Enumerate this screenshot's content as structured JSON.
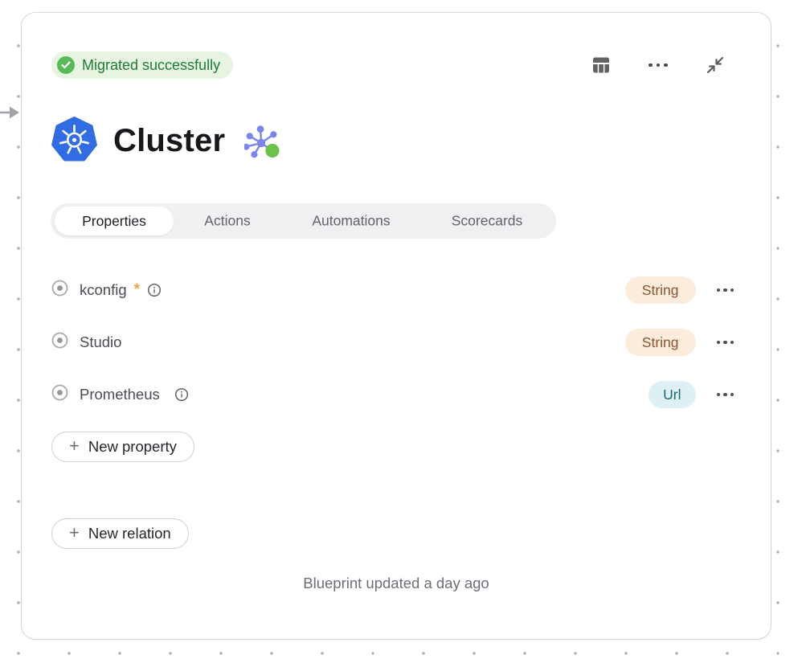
{
  "status": {
    "label": "Migrated successfully"
  },
  "toolbar": {
    "icons": [
      "table-columns",
      "more-options",
      "collapse"
    ]
  },
  "header": {
    "title": "Cluster"
  },
  "tabs": {
    "items": [
      {
        "label": "Properties",
        "active": true
      },
      {
        "label": "Actions",
        "active": false
      },
      {
        "label": "Automations",
        "active": false
      },
      {
        "label": "Scorecards",
        "active": false
      }
    ]
  },
  "properties": {
    "rows": [
      {
        "name": "kconfig",
        "required_mark": "*",
        "has_info": true,
        "type": "String"
      },
      {
        "name": "Studio",
        "required_mark": "",
        "has_info": false,
        "type": "String"
      },
      {
        "name": "Prometheus",
        "required_mark": "",
        "has_info": true,
        "type": "Url"
      }
    ]
  },
  "buttons": {
    "plus": "+",
    "new_property": "New property",
    "new_relation": "New relation"
  },
  "footer": {
    "text": "Blueprint updated a day ago"
  },
  "colors": {
    "status_bg": "#e7f4e2",
    "status_text": "#1e7c33",
    "status_icon_green": "#58b957",
    "type_string_bg": "#fcecdb",
    "type_string_text": "#8a552f",
    "type_url_bg": "#dff0f4",
    "type_url_text": "#176a76",
    "kubernetes_blue": "#326ce5",
    "graph_purple": "#7b86ec",
    "graph_green": "#6ec24a",
    "required_asterisk": "#f0a14a"
  }
}
